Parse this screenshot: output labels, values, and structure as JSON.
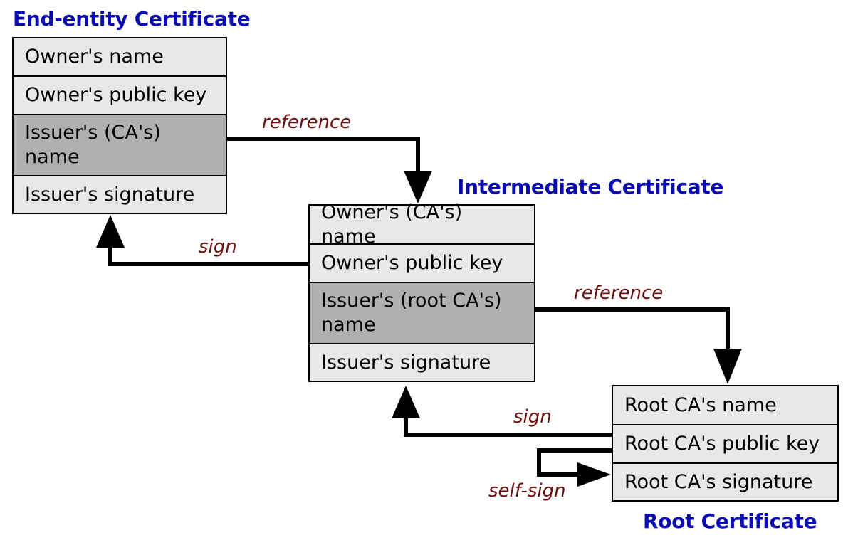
{
  "certificates": {
    "end_entity": {
      "title": "End-entity Certificate",
      "fields": [
        "Owner's name",
        "Owner's public key",
        "Issuer's (CA's) name",
        "Issuer's signature"
      ]
    },
    "intermediate": {
      "title": "Intermediate Certificate",
      "fields": [
        "Owner's (CA's) name",
        "Owner's public key",
        "Issuer's (root CA's) name",
        "Issuer's signature"
      ]
    },
    "root": {
      "title": "Root Certificate",
      "fields": [
        "Root CA's name",
        "Root CA's public key",
        "Root CA's signature"
      ]
    }
  },
  "edges": {
    "reference_1": "reference",
    "sign_1": "sign",
    "reference_2": "reference",
    "sign_2": "sign",
    "self_sign": "self-sign"
  },
  "colors": {
    "title": "#0b0bb4",
    "label": "#6e0f0f",
    "field_bg": "#e8e8e8",
    "issuer_field_bg": "#b0b0b0"
  }
}
